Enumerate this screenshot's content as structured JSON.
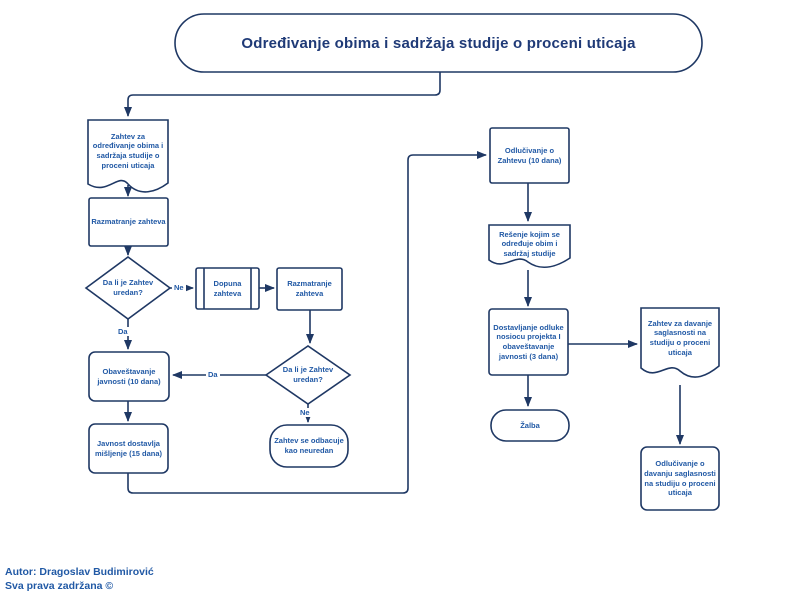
{
  "title": "Određivanje obima i sadržaja studije o proceni uticaja",
  "colors": {
    "line": "#1F3864",
    "node_text": "#2159A5",
    "title_text": "#1F3A77"
  },
  "diagram_type": "flowchart",
  "nodes": {
    "zahtev_doc": {
      "type": "document",
      "label": "Zahtev za određivanje obima i sadržaja studije o proceni uticaja"
    },
    "razmatranje1": {
      "type": "process",
      "label": "Razmatranje zahteva"
    },
    "diamond1": {
      "type": "decision",
      "label": "Da li je Zahtev uredan?"
    },
    "dopuna": {
      "type": "predefined-process",
      "label": "Dopuna zahteva"
    },
    "razmatranje2": {
      "type": "process",
      "label": "Razmatranje zahteva"
    },
    "diamond2": {
      "type": "decision",
      "label": "Da li je Zahtev uredan?"
    },
    "odbacuje": {
      "type": "terminator",
      "label": "Zahtev se odbacuje kao neuredan"
    },
    "obavestavanje": {
      "type": "process",
      "label": "Obaveštavanje javnosti (10 dana)"
    },
    "javnost": {
      "type": "process",
      "label": "Javnost dostavlja mišljenje (15 dana)"
    },
    "odlucivanje1": {
      "type": "process",
      "label": "Odlučivanje o Zahtevu (10 dana)"
    },
    "resenje_doc": {
      "type": "document",
      "label": "Rešenje kojim se određuje obim i sadržaj studije"
    },
    "dostavljanje": {
      "type": "process",
      "label": "Dostavljanje odluke nosiocu projekta I obaveštavanje javnosti (3 dana)"
    },
    "zalba": {
      "type": "terminator",
      "label": "Žalba"
    },
    "saglasnost_doc": {
      "type": "document",
      "label": "Zahtev za davanje saglasnosti na studiju o proceni uticaja"
    },
    "odlucivanje2": {
      "type": "process",
      "label": "Odlučivanje o davanju saglasnosti na studiju o proceni uticaja"
    }
  },
  "edge_labels": {
    "ne1": "Ne",
    "da1": "Da",
    "da2": "Da",
    "ne2": "Ne"
  },
  "footer": {
    "line1": "Autor: Dragoslav Budimirović",
    "line2": "Sva prava zadržana ©"
  }
}
